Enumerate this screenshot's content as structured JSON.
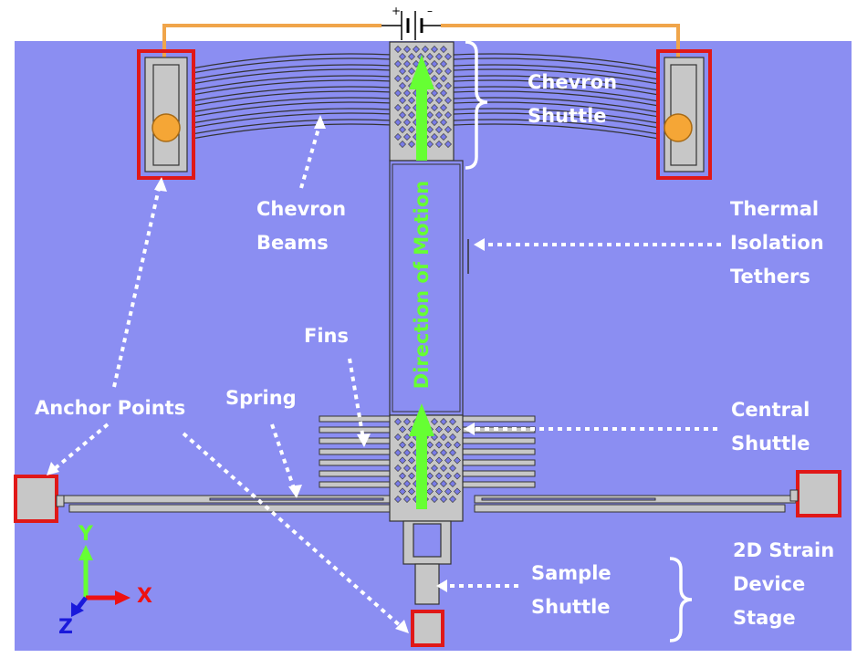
{
  "battery": {
    "plus": "+",
    "minus": "–"
  },
  "labels": {
    "chevron_shuttle": [
      "Chevron",
      "Shuttle"
    ],
    "chevron_beams": [
      "Chevron",
      "Beams"
    ],
    "thermal_isolation_tethers": [
      "Thermal",
      "Isolation",
      "Tethers"
    ],
    "fins": "Fins",
    "direction_of_motion": "Direction of Motion",
    "anchor_points": "Anchor Points",
    "spring": "Spring",
    "central_shuttle": [
      "Central",
      "Shuttle"
    ],
    "sample_shuttle": [
      "Sample",
      "Shuttle"
    ],
    "strain_stage": [
      "2D Strain",
      "Device",
      "Stage"
    ]
  },
  "axes": {
    "y": "Y",
    "x": "X",
    "z": "Z"
  },
  "colors": {
    "substrate": "#8b8ef2",
    "device_fill": "#c7c7c7",
    "anchor_outline": "#e01818",
    "wire": "#f0a54a",
    "pad": "#f5a636",
    "motion_arrow": "#66ff33",
    "axis_x": "#ee1111",
    "axis_y": "#66ff33",
    "axis_z": "#1a1adb",
    "callout": "#ffffff"
  }
}
